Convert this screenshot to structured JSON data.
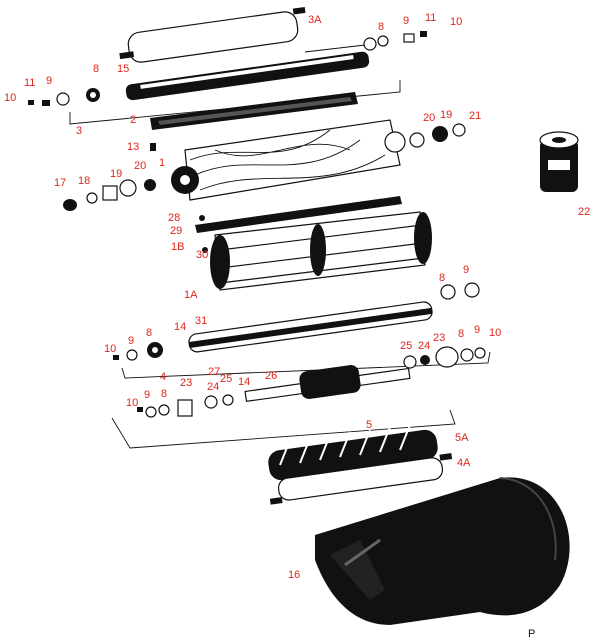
{
  "diagram": {
    "callouts": {
      "c3A": "3A",
      "c8a": "8",
      "c9a": "9",
      "c11a": "11",
      "c10a": "10",
      "c11b": "11",
      "c9b": "9",
      "c8b": "8",
      "c15": "15",
      "c10b": "10",
      "c3": "3",
      "c2": "2",
      "c13": "13",
      "c20a": "20",
      "c19a": "19",
      "c21": "21",
      "c1": "1",
      "c20b": "20",
      "c19b": "19",
      "c18": "18",
      "c17": "17",
      "c22": "22",
      "c28": "28",
      "c29": "29",
      "c1B": "1B",
      "c30": "30",
      "c1A": "1A",
      "c8c": "8",
      "c9c": "9",
      "c31": "31",
      "c14a": "14",
      "c9d": "9",
      "c8d": "8",
      "c10c": "10",
      "c4": "4",
      "c25a": "25",
      "c24a": "24",
      "c23a": "23",
      "c8e": "8",
      "c9e": "9",
      "c10d": "10",
      "c27": "27",
      "c26": "26",
      "c23b": "23",
      "c24b": "24",
      "c25b": "25",
      "c14b": "14",
      "c10e": "10",
      "c9f": "9",
      "c8f": "8",
      "c5": "5",
      "c5A": "5A",
      "c4A": "4A",
      "c16": "16"
    },
    "corner_text": "P"
  }
}
